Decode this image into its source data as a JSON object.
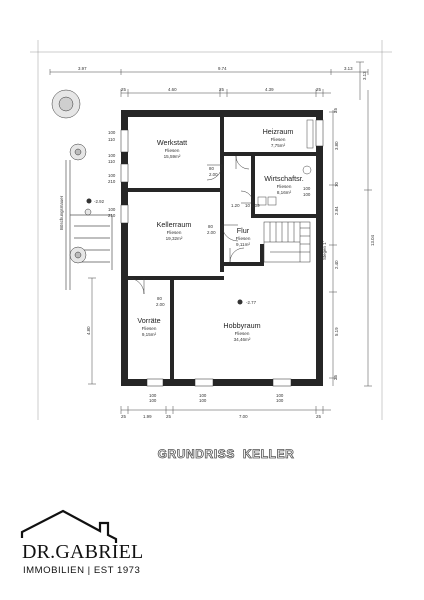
{
  "title": "GRUNDRISS  KELLER",
  "logo": {
    "name": "DR.GABRIEL",
    "tagline": "IMMOBILIEN | EST 1973"
  },
  "rooms": [
    {
      "id": "werkstatt",
      "name": "Werkstatt",
      "floor": "Fliesen",
      "area": "15,59m²"
    },
    {
      "id": "heizraum",
      "name": "Heizraum",
      "floor": "Fliesen",
      "area": "7,75m²"
    },
    {
      "id": "wirtschaft",
      "name": "Wirtschaftsr.",
      "floor": "Fliesen",
      "area": "8,16m²"
    },
    {
      "id": "kellerraum",
      "name": "Kellerraum",
      "floor": "Fliesen",
      "area": "19,32m²"
    },
    {
      "id": "flur",
      "name": "Flur",
      "floor": "Fliesen",
      "area": "9,11m²"
    },
    {
      "id": "vorraete",
      "name": "Vorräte",
      "floor": "Fliesen",
      "area": "9,15m²"
    },
    {
      "id": "hobbyraum",
      "name": "Hobbyraum",
      "floor": "Fliesen",
      "area": "34,46m²"
    }
  ],
  "dimensions": {
    "top": [
      "3.97",
      "9.74",
      "3.13"
    ],
    "top_inner": [
      "25",
      "4.60",
      "25",
      "4.39",
      "25"
    ],
    "bottom": [
      "25",
      "1.99",
      "25",
      "7.00",
      "25"
    ],
    "right": [
      "3.13",
      "13.04"
    ],
    "right_inner": [
      "25",
      "3.80",
      "10",
      "2.84",
      "2.40",
      "5.19",
      "25"
    ],
    "left": [
      "4.80"
    ],
    "openings": [
      "100",
      "110",
      "100",
      "110",
      "100",
      "210",
      "100",
      "210",
      "80",
      "2.00",
      "80",
      "2.00",
      "80",
      "2.00",
      "100",
      "100",
      "100",
      "100",
      "100",
      "100",
      "1.20",
      "10",
      "1.09",
      "100",
      "100"
    ],
    "levels": [
      "-2.92",
      "-2.77"
    ],
    "labels": [
      "Böschungsmauer",
      "Stegen 1°"
    ]
  }
}
